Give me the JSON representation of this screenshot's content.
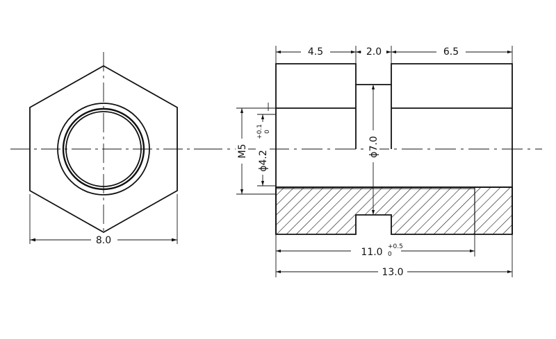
{
  "drawing": {
    "front_view": {
      "width_label": "8.0"
    },
    "side_view": {
      "top_dims": [
        "4.5",
        "2.0",
        "6.5"
      ],
      "thread_label": "M5",
      "bore_label": "ϕ4.2",
      "bore_tol_upper": "+0.1",
      "bore_tol_lower": "0",
      "groove_label": "ϕ7.0",
      "depth_label": "11.0",
      "depth_tol_upper": "+0.5",
      "depth_tol_lower": "0",
      "length_label": "13.0"
    },
    "colors": {
      "line": "#111111",
      "background": "#ffffff"
    }
  }
}
